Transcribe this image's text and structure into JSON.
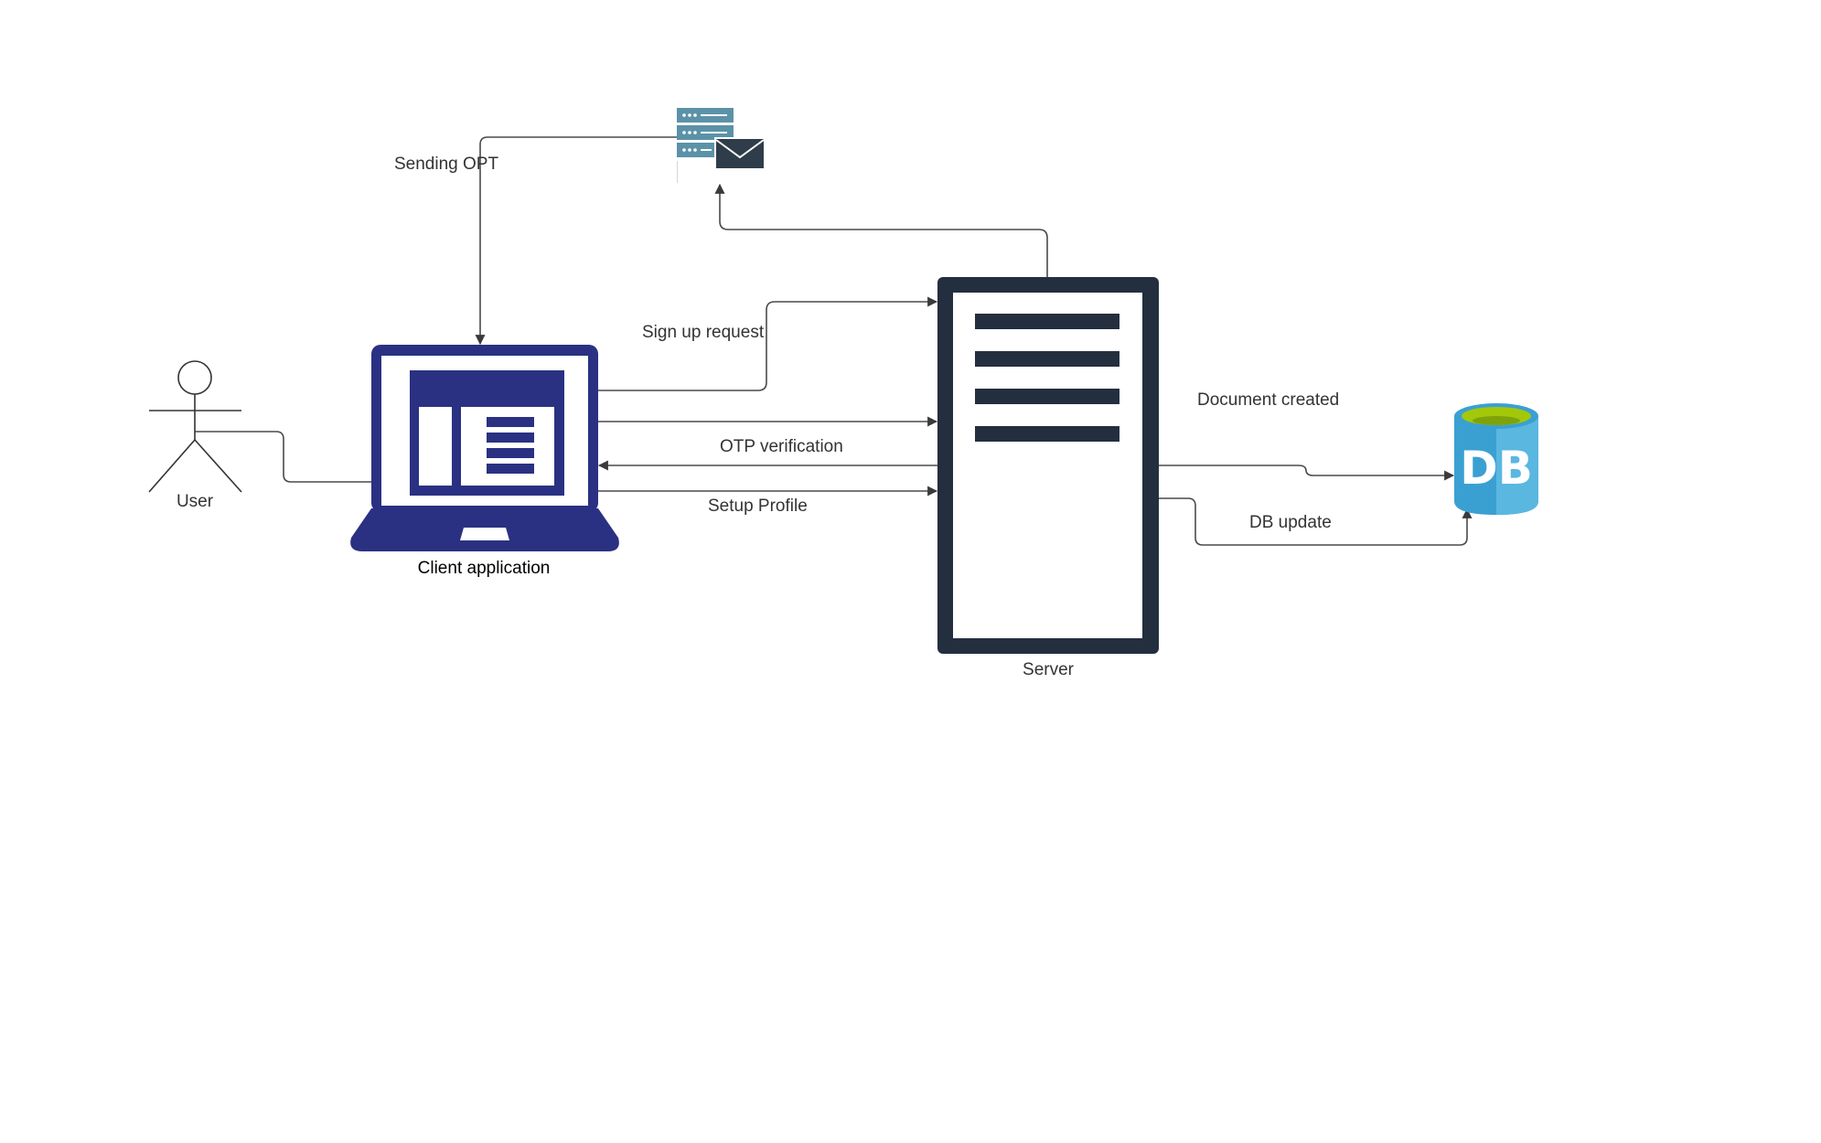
{
  "nodes": {
    "user": {
      "label": "User",
      "icon": "stick-figure-icon"
    },
    "client": {
      "label": "Client application",
      "icon": "laptop-icon",
      "color": "#2a3182"
    },
    "server": {
      "label": "Server",
      "icon": "server-rack-icon",
      "color": "#232f3e"
    },
    "mail_server": {
      "label": "",
      "icon": "email-server-icon",
      "color": "#5b92a8"
    },
    "database": {
      "label": "",
      "icon": "database-icon",
      "icon_text": "DB",
      "color": "#3aa0d2",
      "lid_color": "#a3c80a"
    }
  },
  "edges": [
    {
      "id": "user-to-client",
      "label": ""
    },
    {
      "id": "mail-to-client",
      "label": "Sending OPT"
    },
    {
      "id": "server-to-mail",
      "label": ""
    },
    {
      "id": "client-to-server-signup",
      "label": "Sign up request"
    },
    {
      "id": "client-to-server-plain",
      "label": ""
    },
    {
      "id": "server-to-client-otp",
      "label": "OTP verification"
    },
    {
      "id": "client-to-server-profile",
      "label": "Setup Profile"
    },
    {
      "id": "server-to-db-document",
      "label": "Document created"
    },
    {
      "id": "server-to-db-update",
      "label": "DB update"
    }
  ]
}
